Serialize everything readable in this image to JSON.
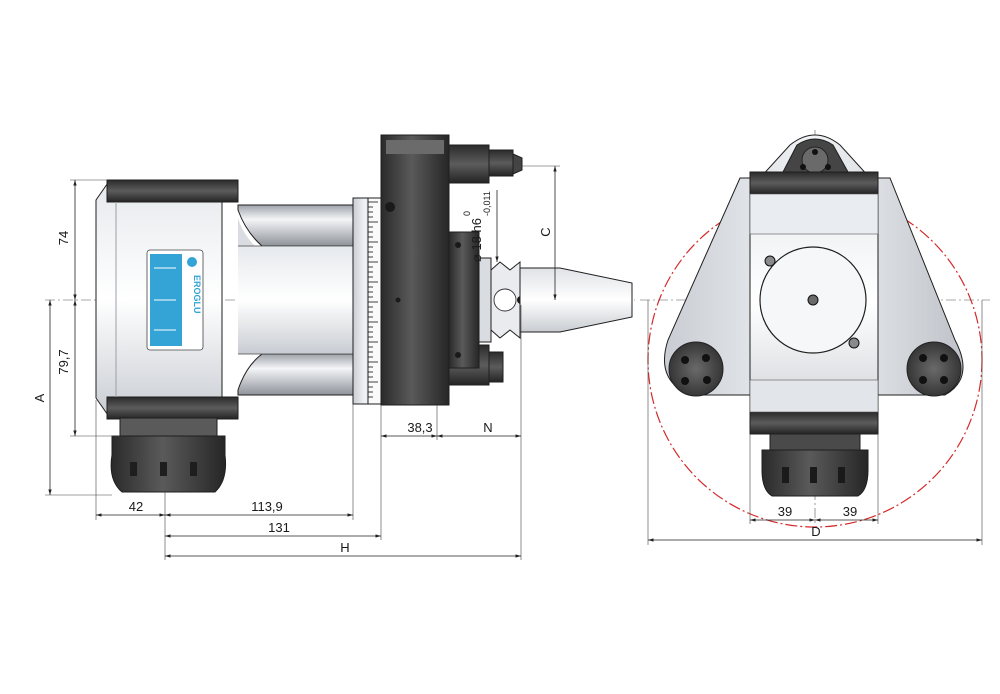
{
  "brand": {
    "logo_text": "EROGLU",
    "accent_color": "#34a3d6"
  },
  "dimensions": {
    "height_74": "74",
    "height_79_7": "79,7",
    "height_a": "A",
    "width_42": "42",
    "width_113_9": "113,9",
    "width_131": "131",
    "width_h": "H",
    "width_38_3": "38,3",
    "width_n": "N",
    "height_c": "C",
    "shaft_diameter": "⌀ 18 h6",
    "shaft_tol_upper": "0",
    "shaft_tol_lower": "-0,011",
    "right_39_left": "39",
    "right_39_right": "39",
    "right_d": "D"
  },
  "colors": {
    "body_dark": "#3c3c3c",
    "body_light": "#d8dce2",
    "steel_mid": "#9aa0a8",
    "clamp_circle": "#d42a2a"
  }
}
